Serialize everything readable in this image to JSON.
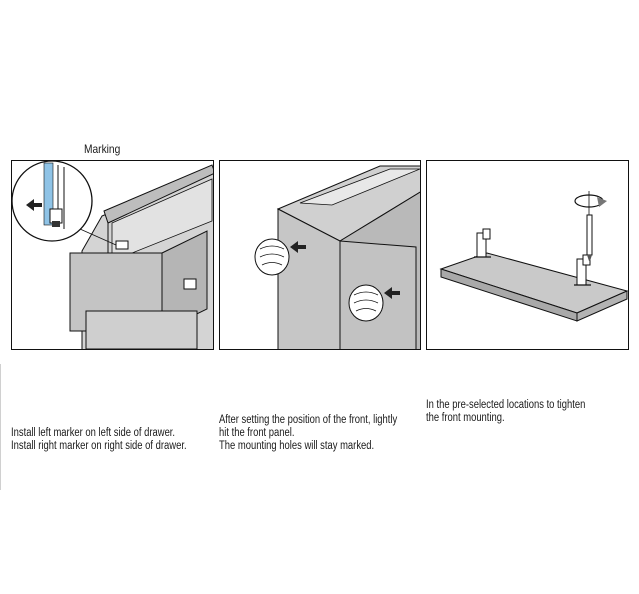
{
  "steps": [
    {
      "label": "Marking",
      "caption": [
        "Install left marker on left side of drawer.",
        "Install right marker on right side of drawer."
      ]
    },
    {
      "caption": [
        "After setting the position of the front, lightly",
        "hit the front panel.",
        "The mounting holes will stay marked."
      ]
    },
    {
      "caption": [
        "In the pre-selected locations to tighten",
        "the front mounting."
      ]
    }
  ],
  "colors": {
    "panel_fill": "#c9c9c9",
    "panel_dark": "#a9a9a9",
    "line": "#111111",
    "marker_blue": "#8fc3e6",
    "arrow": "#222222"
  }
}
